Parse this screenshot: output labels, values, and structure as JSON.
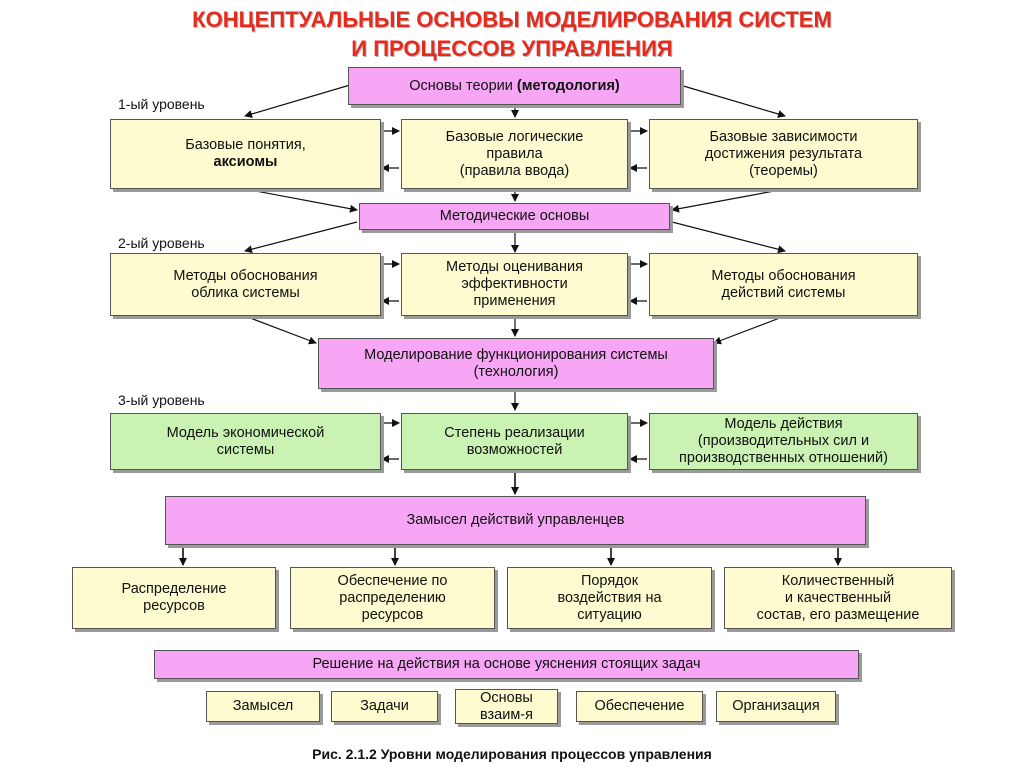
{
  "title": {
    "line1": "КОНЦЕПТУАЛЬНЫЕ ОСНОВЫ МОДЕЛИРОВАНИЯ СИСТЕМ",
    "line2": "И ПРОЦЕССОВ УПРАВЛЕНИЯ"
  },
  "levels": {
    "level1": "1-ый уровень",
    "level2": "2-ый уровень",
    "level3": "3-ый уровень"
  },
  "nodes": {
    "theory": {
      "text": "Основы теории ",
      "bold": "(методология)"
    },
    "basic_concepts": {
      "line1": "Базовые понятия,",
      "line2": "аксиомы"
    },
    "logic_rules": {
      "line1": "Базовые логические",
      "line2": "правила",
      "line3": "(правила ввода)"
    },
    "dependencies": {
      "line1": "Базовые зависимости",
      "line2": "достижения результата",
      "line3": "(теоремы)"
    },
    "methodical": "Методические основы",
    "methods_look": {
      "line1": "Методы обоснования",
      "line2": "облика системы"
    },
    "methods_eval": {
      "line1": "Методы оценивания",
      "line2": "эффективности",
      "line3": "применения"
    },
    "methods_actions": {
      "line1": "Методы обоснования",
      "line2": "действий системы"
    },
    "modeling": {
      "line1": "Моделирование функционирования системы",
      "line2": "(технология)"
    },
    "economic_model": {
      "line1": "Модель экономической",
      "line2": "системы"
    },
    "realization": {
      "line1": "Степень реализации",
      "line2": "возможностей"
    },
    "action_model": {
      "line1": "Модель действия",
      "line2": "(производительных сил и",
      "line3": "производственных отношений)"
    },
    "intent": "Замысел действий управленцев",
    "distribution": {
      "line1": "Распределение",
      "line2": "ресурсов"
    },
    "provision": {
      "line1": "Обеспечение по",
      "line2": "распределению",
      "line3": "ресурсов"
    },
    "order": {
      "line1": "Порядок",
      "line2": "воздействия на",
      "line3": "ситуацию"
    },
    "composition": {
      "line1": "Количественный",
      "line2": "и качественный",
      "line3": "состав, его размещение"
    },
    "decision": "Решение на действия на основе уяснения стоящих задач",
    "b_intent": "Замысел",
    "b_tasks": "Задачи",
    "b_basis": {
      "line1": "Основы",
      "line2": "взаим-я"
    },
    "b_support": "Обеспечение",
    "b_org": "Организация"
  },
  "caption": "Рис. 2.1.2 Уровни моделирования процессов управления",
  "colors": {
    "title": "#e52a1e",
    "yellow_box": "#fdfbcf",
    "pink_box": "#f6a6f4",
    "green_box": "#c9f2b3"
  }
}
